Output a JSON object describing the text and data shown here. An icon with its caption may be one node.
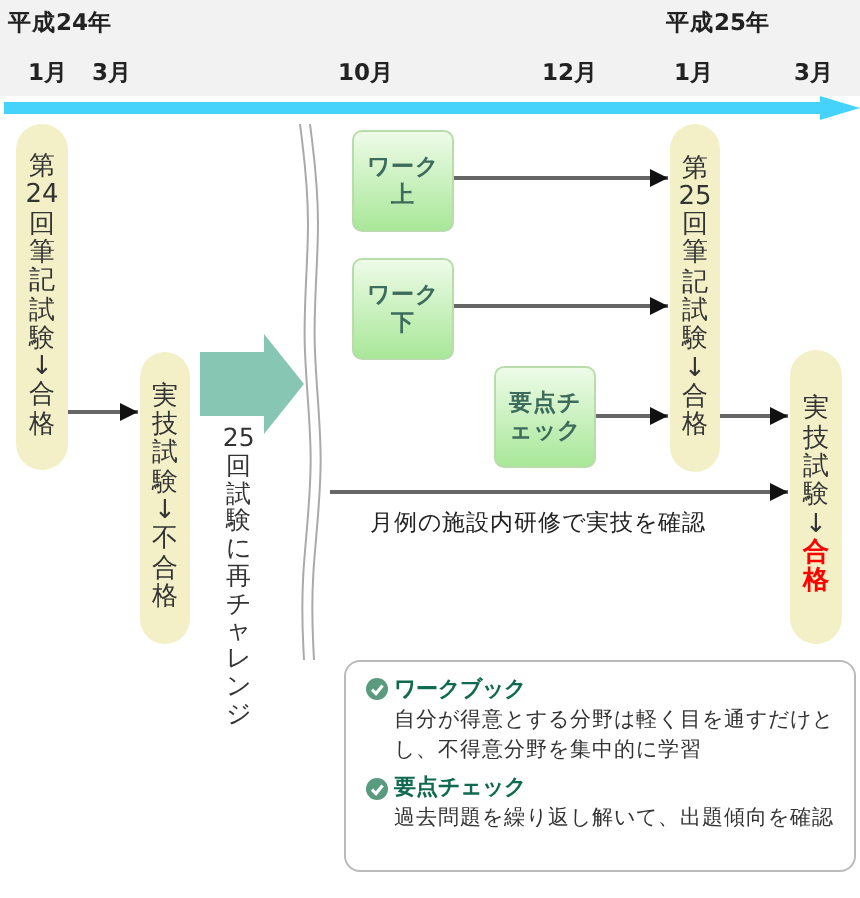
{
  "diagram": {
    "nodes": [
      {
        "text": [
          "第24回筆記試験↓合格"
        ]
      },
      {
        "text": [
          "実技試験↓不合格"
        ]
      },
      {
        "text": [
          "ワーク上"
        ]
      },
      {
        "text": [
          "ワーク下"
        ]
      },
      {
        "text": [
          "要点チェック"
        ]
      },
      {
        "text": [
          "第25回筆記試験↓合格"
        ]
      },
      {
        "text": [
          "実技試験↓",
          "合格"
        ]
      },
      {
        "text": [
          "ワークブック",
          "自分が得意とする分野は軽く目を通すだけとし、不得意分野を集中的に学習",
          "要点チェック",
          "過去問題を繰り返し解いて、出題傾向を確認"
        ]
      }
    ],
    "edges": [
      {
        "from": 0,
        "to": 1,
        "arrow": "to"
      },
      {
        "from": 1,
        "to": null,
        "arrow": "to",
        "style": "thick",
        "color": "#87c6b2"
      },
      {
        "from": 2,
        "to": 5,
        "arrow": "to"
      },
      {
        "from": 3,
        "to": 5,
        "arrow": "to"
      },
      {
        "from": 4,
        "to": 5,
        "arrow": "to"
      },
      {
        "from": 5,
        "to": 6,
        "arrow": "to"
      },
      {
        "from": null,
        "to": 6,
        "arrow": "to",
        "label": "月例の施設内研修で実技を確認"
      }
    ],
    "labels": [
      "平成24年",
      "平成25年",
      "1月",
      "3月",
      "10月",
      "12月",
      "1月",
      "3月",
      "25回試験に再チャレンジ"
    ]
  }
}
